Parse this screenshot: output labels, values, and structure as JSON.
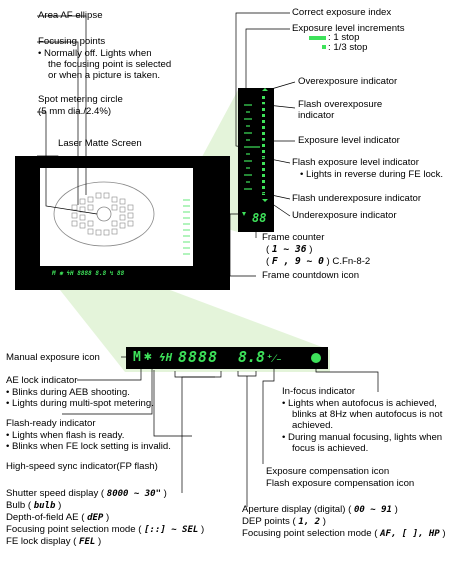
{
  "top_labels": {
    "area_af": "Area AF ellipse",
    "focusing_points": "Focusing points",
    "focusing_points_b1": "• Normally off. Lights when",
    "focusing_points_b2": "the focusing point is selected",
    "focusing_points_b3": "or when a picture is taken.",
    "spot_circle": "Spot metering circle",
    "spot_circle_2": "(5 mm dia./2.4%)",
    "matte": "Laser Matte Screen"
  },
  "right_labels": {
    "correct_index": "Correct exposure index",
    "increments": "Exposure level increments",
    "one_stop": ": 1 stop",
    "third_stop": ": 1/3 stop",
    "overexposure": "Overexposure indicator",
    "flash_over_1": "Flash overexposure",
    "flash_over_2": "indicator",
    "level": "Exposure level indicator",
    "flash_level_1": "Flash exposure level indicator",
    "flash_level_2": "• Lights in reverse during FE lock.",
    "flash_under": "Flash underexposure indicator",
    "under": "Underexposure indicator",
    "frame_counter": "Frame counter",
    "frame_counter_1a": "( ",
    "frame_counter_1b": "1 ~ 36",
    "frame_counter_1c": " )",
    "frame_counter_2a": "( ",
    "frame_counter_2b": "F , 9 ~ 0",
    "frame_counter_2c": " ) C.Fn-8-2",
    "countdown": "Frame countdown icon"
  },
  "viewfinder_strip": "M ✱ ϟH 8888 8.8 ↯ 88",
  "lcd": {
    "m": "M",
    "ae": "✱",
    "flash": "ϟH",
    "shutter": "8888",
    "aperture": "8.8",
    "comp": "⁺⁄₋"
  },
  "bottom_labels": {
    "manual": "Manual exposure icon",
    "ae_lock": "AE lock indicator",
    "ae_lock_1": "• Blinks during AEB shooting.",
    "ae_lock_2": "• Lights during multi-spot metering.",
    "flash_ready": "Flash-ready indicator",
    "flash_ready_1": "• Lights when flash is ready.",
    "flash_ready_2": "• Blinks when FE lock setting is invalid.",
    "high_speed": "High-speed sync indicator(FP flash)",
    "shutter_a": "Shutter speed display  ( ",
    "shutter_b": "8000 ~ 30\"",
    "shutter_c": " )",
    "bulb_a": "Bulb  ( ",
    "bulb_b": "bulb",
    "bulb_c": " )",
    "dof_a": "Depth-of-field AE  ( ",
    "dof_b": "dEP",
    "dof_c": " )",
    "fps_a": "Focusing point selection mode  ( ",
    "fps_b": "[::] ~ SEL",
    "fps_c": " )",
    "fe_a": "FE lock display  ( ",
    "fe_b": "FEL",
    "fe_c": " )",
    "in_focus": "In-focus indicator",
    "in_focus_1": "• Lights when autofocus is achieved,",
    "in_focus_2": "blinks at 8Hz when autofocus is not",
    "in_focus_3": "achieved.",
    "in_focus_4": "• During manual focusing, lights when",
    "in_focus_5": "focus is achieved.",
    "comp_1": "Exposure compensation icon",
    "comp_2": "Flash exposure compensation icon",
    "ap_1a": "Aperture display (digital)  ( ",
    "ap_1b": "00 ~ 91",
    "ap_1c": " )",
    "ap_2a": "DEP points  ( ",
    "ap_2b": "1, 2",
    "ap_2c": " )",
    "ap_3a": "Focusing point selection mode  ( ",
    "ap_3b": "AF, [ ], HP",
    "ap_3c": " )"
  }
}
